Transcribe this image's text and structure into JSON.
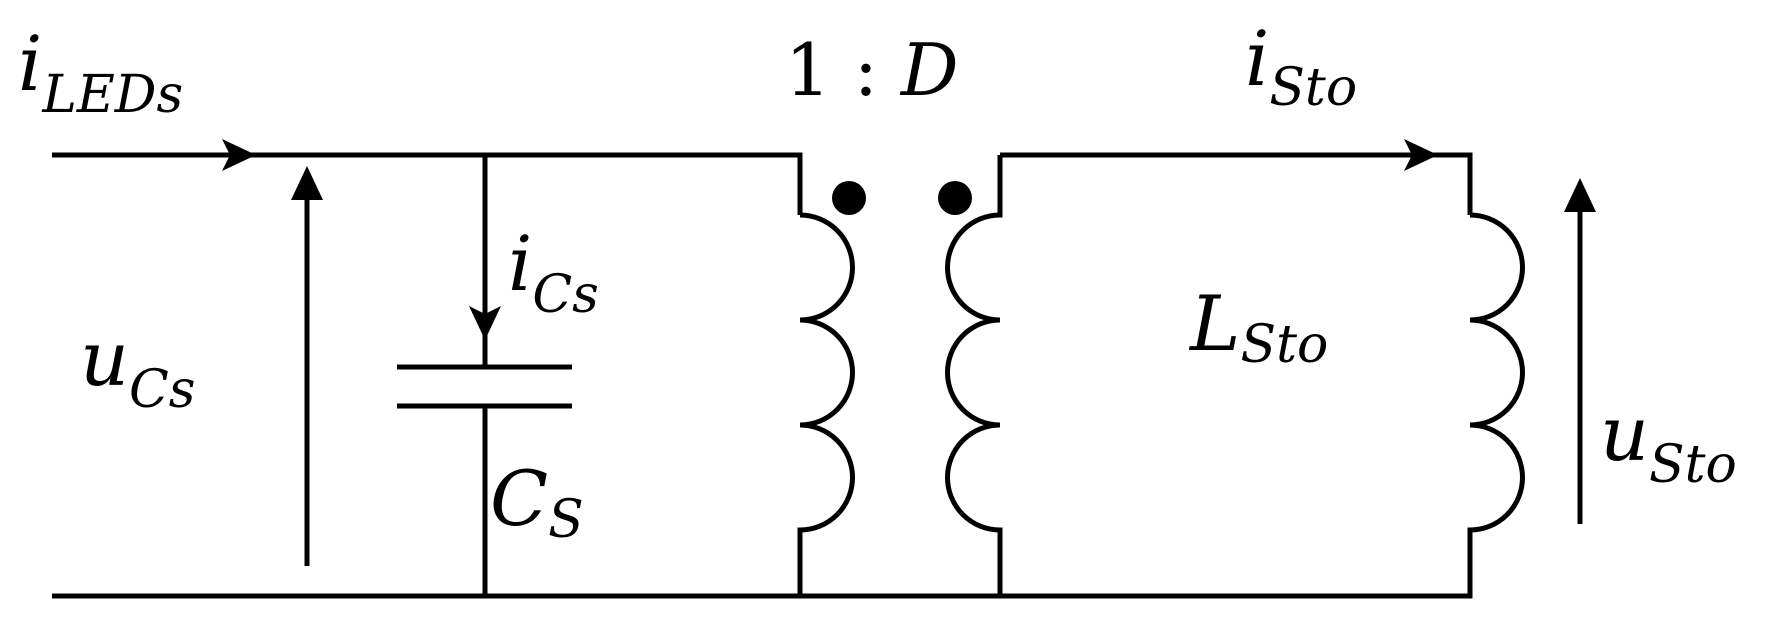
{
  "diagram": {
    "ratio": {
      "prefix": "1 : ",
      "symbol": "D"
    },
    "i_leds": {
      "main": "i",
      "sub": "LEDs"
    },
    "i_sto": {
      "main": "i",
      "sub": "Sto"
    },
    "i_cs": {
      "main": "i",
      "sub": "Cs"
    },
    "u_cs": {
      "main": "u",
      "sub": "Cs"
    },
    "c_s": {
      "main": "C",
      "sub": "S"
    },
    "l_sto": {
      "main": "L",
      "sub": "Sto"
    },
    "u_sto": {
      "main": "u",
      "sub": "Sto"
    }
  }
}
